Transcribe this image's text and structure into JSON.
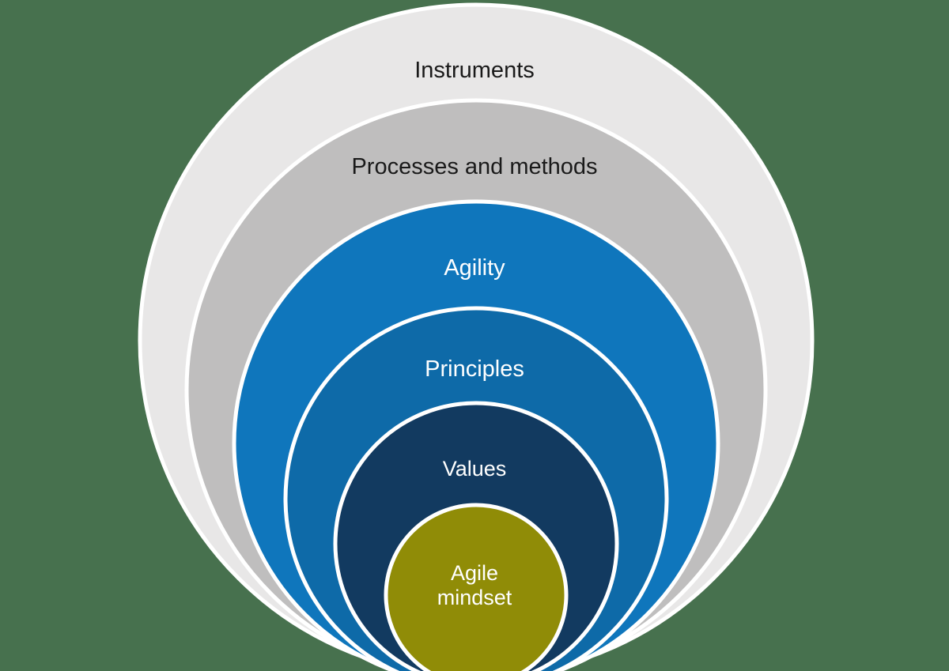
{
  "background_color": "#47714E",
  "diagram": {
    "type": "nested-tangent-circles",
    "stroke_color": "#FFFFFF",
    "layers": [
      {
        "label": "Instruments",
        "color": "#E8E7E7",
        "text_color": "#1A1A1A"
      },
      {
        "label": "Processes and methods",
        "color": "#BFBEBE",
        "text_color": "#1A1A1A"
      },
      {
        "label": "Agility",
        "color": "#0F76BC",
        "text_color": "#FFFFFF"
      },
      {
        "label": "Principles",
        "color": "#0E6AA8",
        "text_color": "#FFFFFF"
      },
      {
        "label": "Values",
        "color": "#123A60",
        "text_color": "#FFFFFF"
      },
      {
        "label": "Agile mindset",
        "label_lines": {
          "0": "Agile",
          "1": "mindset"
        },
        "color": "#908C07",
        "text_color": "#FFFFFF"
      }
    ]
  }
}
